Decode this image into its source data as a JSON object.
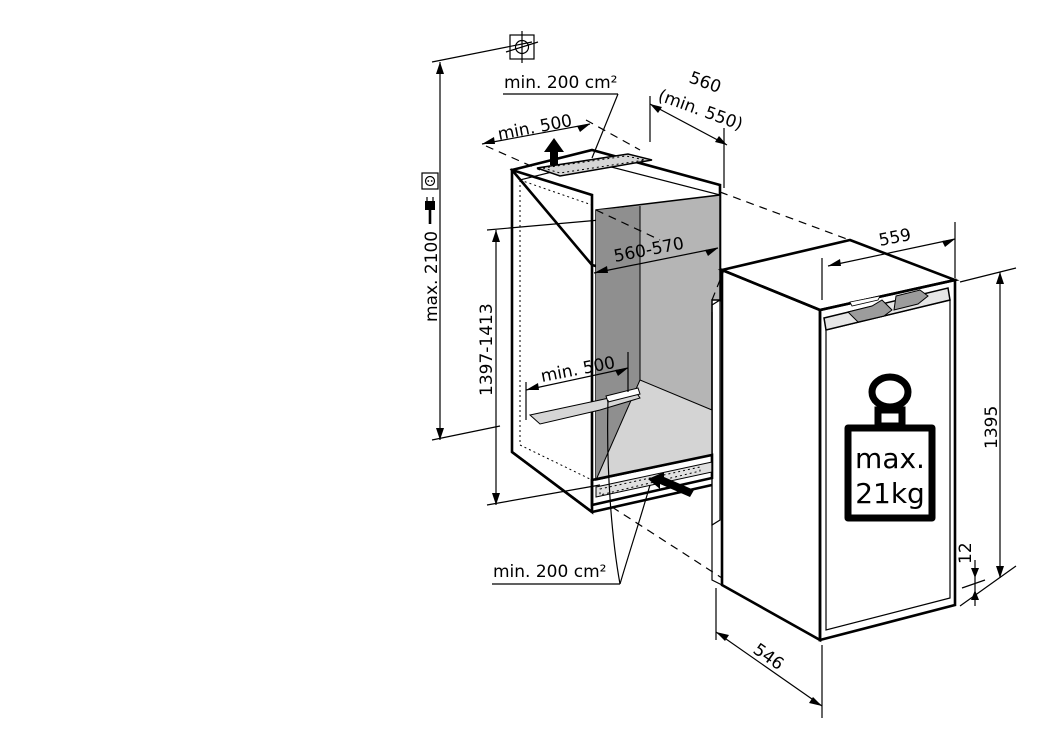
{
  "labels": {
    "vent_top_area": "min. 200 cm²",
    "vent_top_width": "min. 500",
    "niche_depth": "560",
    "niche_depth_min": "(min. 550)",
    "niche_width": "560-570",
    "niche_height": "1397-1413",
    "max_height": "max. 2100",
    "vent_bottom_width": "min. 500",
    "vent_bottom_area": "min. 200 cm²",
    "appliance_width": "559",
    "appliance_height": "1395",
    "door_gap": "12",
    "appliance_depth": "546",
    "weight_line1": "max.",
    "weight_line2": "21kg"
  },
  "icons": [
    "tip-over-symbol-icon",
    "power-socket-icon",
    "power-plug-icon",
    "weight-icon",
    "arrow-up-icon",
    "arrow-in-icon"
  ]
}
